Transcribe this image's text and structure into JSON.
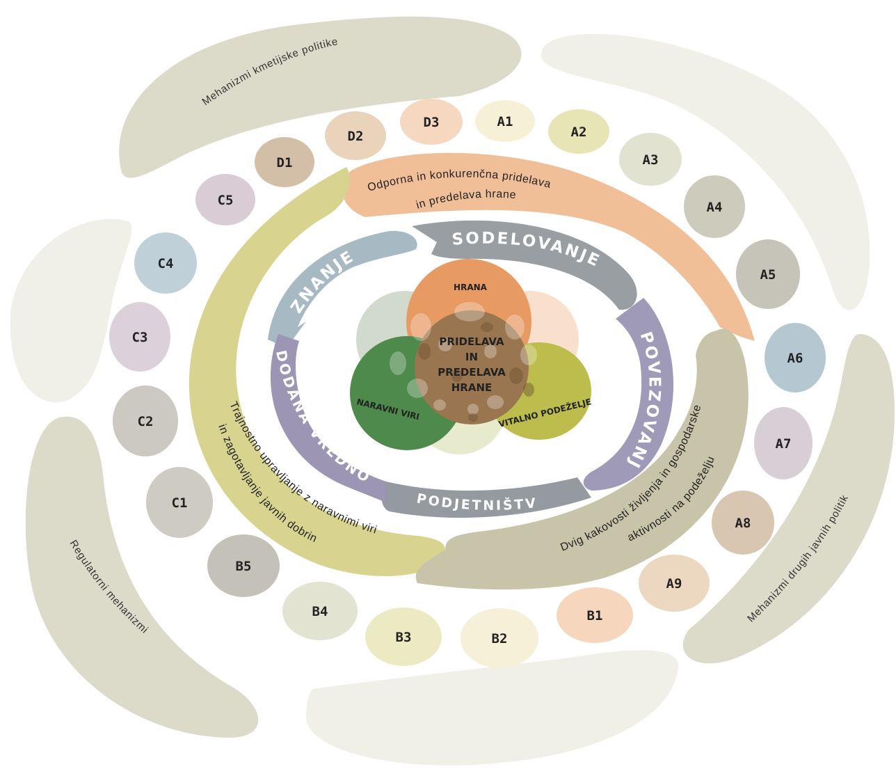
{
  "outer_labels": {
    "agri": "Mehanizmi kmetijske politike",
    "regulatory": "Regulatorni mehanizmi",
    "other": "Mehanizmi drugih javnih politik"
  },
  "arc_labels": {
    "top_line1": "Odporna in konkurenčna pridelava",
    "top_line2": "in predelava hrane",
    "left_line1": "Trajnostno upravljanje z naravnimi viri",
    "left_line2": "in zagotavljanje javnih dobrin",
    "right_line1": "Dvig kakovosti življenja in gospodarske",
    "right_line2": "aktivnosti na podeželju"
  },
  "ring_labels": {
    "znanje": "ZNANJE",
    "sodelovanje": "SODELOVANJE",
    "povezovanje": "POVEZOVANJE",
    "podjetnistvo": "PODJETNIŠTVO",
    "dodana": "DODANA VREDNOST"
  },
  "center": {
    "line1": "PRIDELAVA",
    "line2": "IN",
    "line3": "PREDELAVA",
    "line4": "HRANE",
    "hrana": "HRANA",
    "naravni": "NARAVNI VIRI",
    "vitalno": "VITALNO PODEŽELJE"
  },
  "codes": [
    {
      "label": "D1",
      "color": "#d3bfa8"
    },
    {
      "label": "D2",
      "color": "#e9d3bb"
    },
    {
      "label": "D3",
      "color": "#f6d7bf"
    },
    {
      "label": "A1",
      "color": "#f6f0d6"
    },
    {
      "label": "A2",
      "color": "#e7e4b6"
    },
    {
      "label": "A3",
      "color": "#e1e2d0"
    },
    {
      "label": "A4",
      "color": "#cdcbbb"
    },
    {
      "label": "A5",
      "color": "#c6c3b8"
    },
    {
      "label": "A6",
      "color": "#b5c7d1"
    },
    {
      "label": "A7",
      "color": "#d8cfd6"
    },
    {
      "label": "A8",
      "color": "#d8c6b0"
    },
    {
      "label": "A9",
      "color": "#ecd8c1"
    },
    {
      "label": "B1",
      "color": "#f6d6bd"
    },
    {
      "label": "B2",
      "color": "#f6f0d9"
    },
    {
      "label": "B3",
      "color": "#eceac2"
    },
    {
      "label": "B4",
      "color": "#e3e3d2"
    },
    {
      "label": "B5",
      "color": "#c4c1b9"
    },
    {
      "label": "C1",
      "color": "#cdcbc2"
    },
    {
      "label": "C2",
      "color": "#cbc9c1"
    },
    {
      "label": "C3",
      "color": "#dcd1da"
    },
    {
      "label": "C4",
      "color": "#bfd0d9"
    },
    {
      "label": "C5",
      "color": "#d9ccd5"
    }
  ]
}
